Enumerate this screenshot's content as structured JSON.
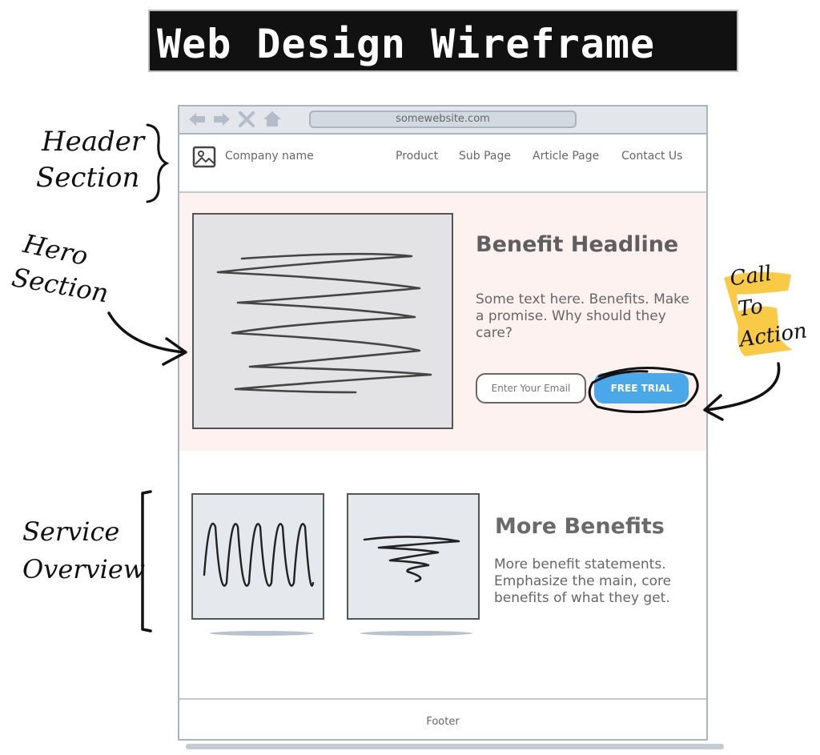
{
  "title": "Web Design Wireframe",
  "browser": {
    "url": "somewebsite.com",
    "nav_icons": [
      "back-arrow-icon",
      "forward-arrow-icon",
      "close-icon",
      "home-icon"
    ]
  },
  "header": {
    "logo_icon": "image-icon",
    "company_name": "Company name",
    "nav": [
      "Product",
      "Sub Page",
      "Article Page",
      "Contact Us"
    ]
  },
  "hero": {
    "headline": "Benefit Headline",
    "body": "Some text here. Benefits. Make a promise. Why should they care?",
    "email_placeholder": "Enter Your Email",
    "cta_label": "FREE TRIAL",
    "cta_color": "#4aa8e8",
    "background_color": "#fdf2f0"
  },
  "services": {
    "headline": "More Benefits",
    "body": "More benefit statements. Emphasize the main, core benefits of what they get."
  },
  "footer": {
    "text": "Footer"
  },
  "annotations": {
    "header": [
      "Header",
      "Section"
    ],
    "hero": [
      "Hero",
      "Section"
    ],
    "service": [
      "Service",
      "Overview"
    ],
    "cta": [
      "Call",
      "To",
      "Action"
    ],
    "cta_highlight_color": "#f7c431"
  }
}
